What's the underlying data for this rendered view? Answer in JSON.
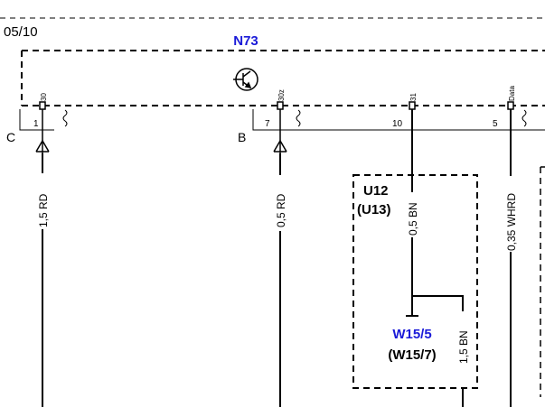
{
  "page_ref": "05/10",
  "component": {
    "id": "N73",
    "pins": [
      {
        "top": "30",
        "num": "1",
        "side": "C"
      },
      {
        "top": "30z",
        "num": "7",
        "side": "B"
      },
      {
        "top": "31",
        "num": "10"
      },
      {
        "top": "Data",
        "num": "5"
      }
    ]
  },
  "wires": [
    {
      "label": "1,5 RD"
    },
    {
      "label": "0,5 RD"
    },
    {
      "label": "0,5 BN"
    },
    {
      "label": "0,35 WHRD"
    },
    {
      "label": "1,5 BN"
    }
  ],
  "sub_unit": {
    "id": "U12",
    "alt": "(U13)",
    "connector": "W15/5",
    "connector_alt": "(W15/7)"
  },
  "colors": {
    "line": "#000000",
    "label_blue": "#1a1ad8"
  },
  "icons": [
    "transistor-icon",
    "ground-arrow-icon",
    "shield-squiggle-icon"
  ]
}
